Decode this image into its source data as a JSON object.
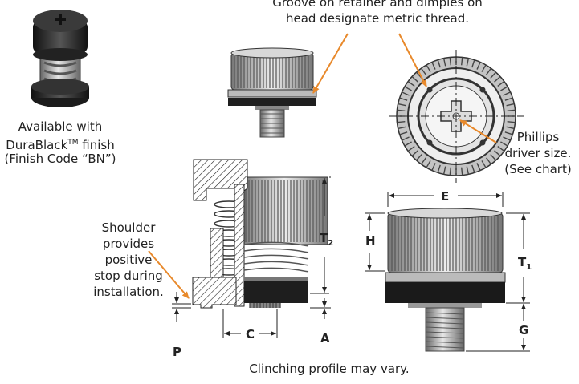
{
  "callouts": {
    "groove_line1": "Groove on retainer and dimples on",
    "groove_line2": "head designate metric thread.",
    "finish_line1": "Available with",
    "finish_line2_pre": "DuraBlack",
    "finish_line2_tm": "TM",
    "finish_line2_post": " finish",
    "finish_line3": "(Finish Code “BN”)",
    "phillips_line1": "Phillips",
    "phillips_line2": "driver size.",
    "phillips_line3": "(See chart)",
    "shoulder_lines": [
      "Shoulder",
      "provides",
      "positive",
      "stop during",
      "installation."
    ],
    "footer": "Clinching profile may vary."
  },
  "dimensions": {
    "E": "E",
    "H": "H",
    "T1": "T",
    "T1_sub": "1",
    "T2": "T",
    "T2_sub": "2",
    "G": "G",
    "C": "C",
    "A": "A",
    "P": "P"
  },
  "colors": {
    "arrow": "#e8892b",
    "line": "#222222",
    "metal": "#b9b9b9",
    "dark": "#2b2b2b"
  }
}
